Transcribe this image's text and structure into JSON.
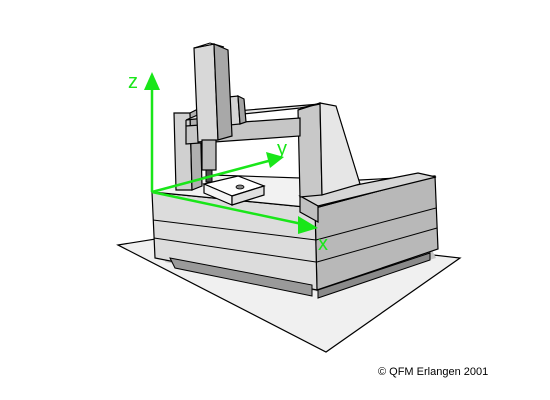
{
  "axes": {
    "x_label": "x",
    "y_label": "y",
    "z_label": "z",
    "color": "#19e619"
  },
  "copyright": "© QFM Erlangen 2001",
  "colors": {
    "outline": "#000000",
    "machine_light": "#e4e4e4",
    "machine_mid": "#c8c8c8",
    "machine_dark": "#a8a8a8",
    "shadow": "#c8c8c8",
    "floor": "#f0f0f0"
  }
}
